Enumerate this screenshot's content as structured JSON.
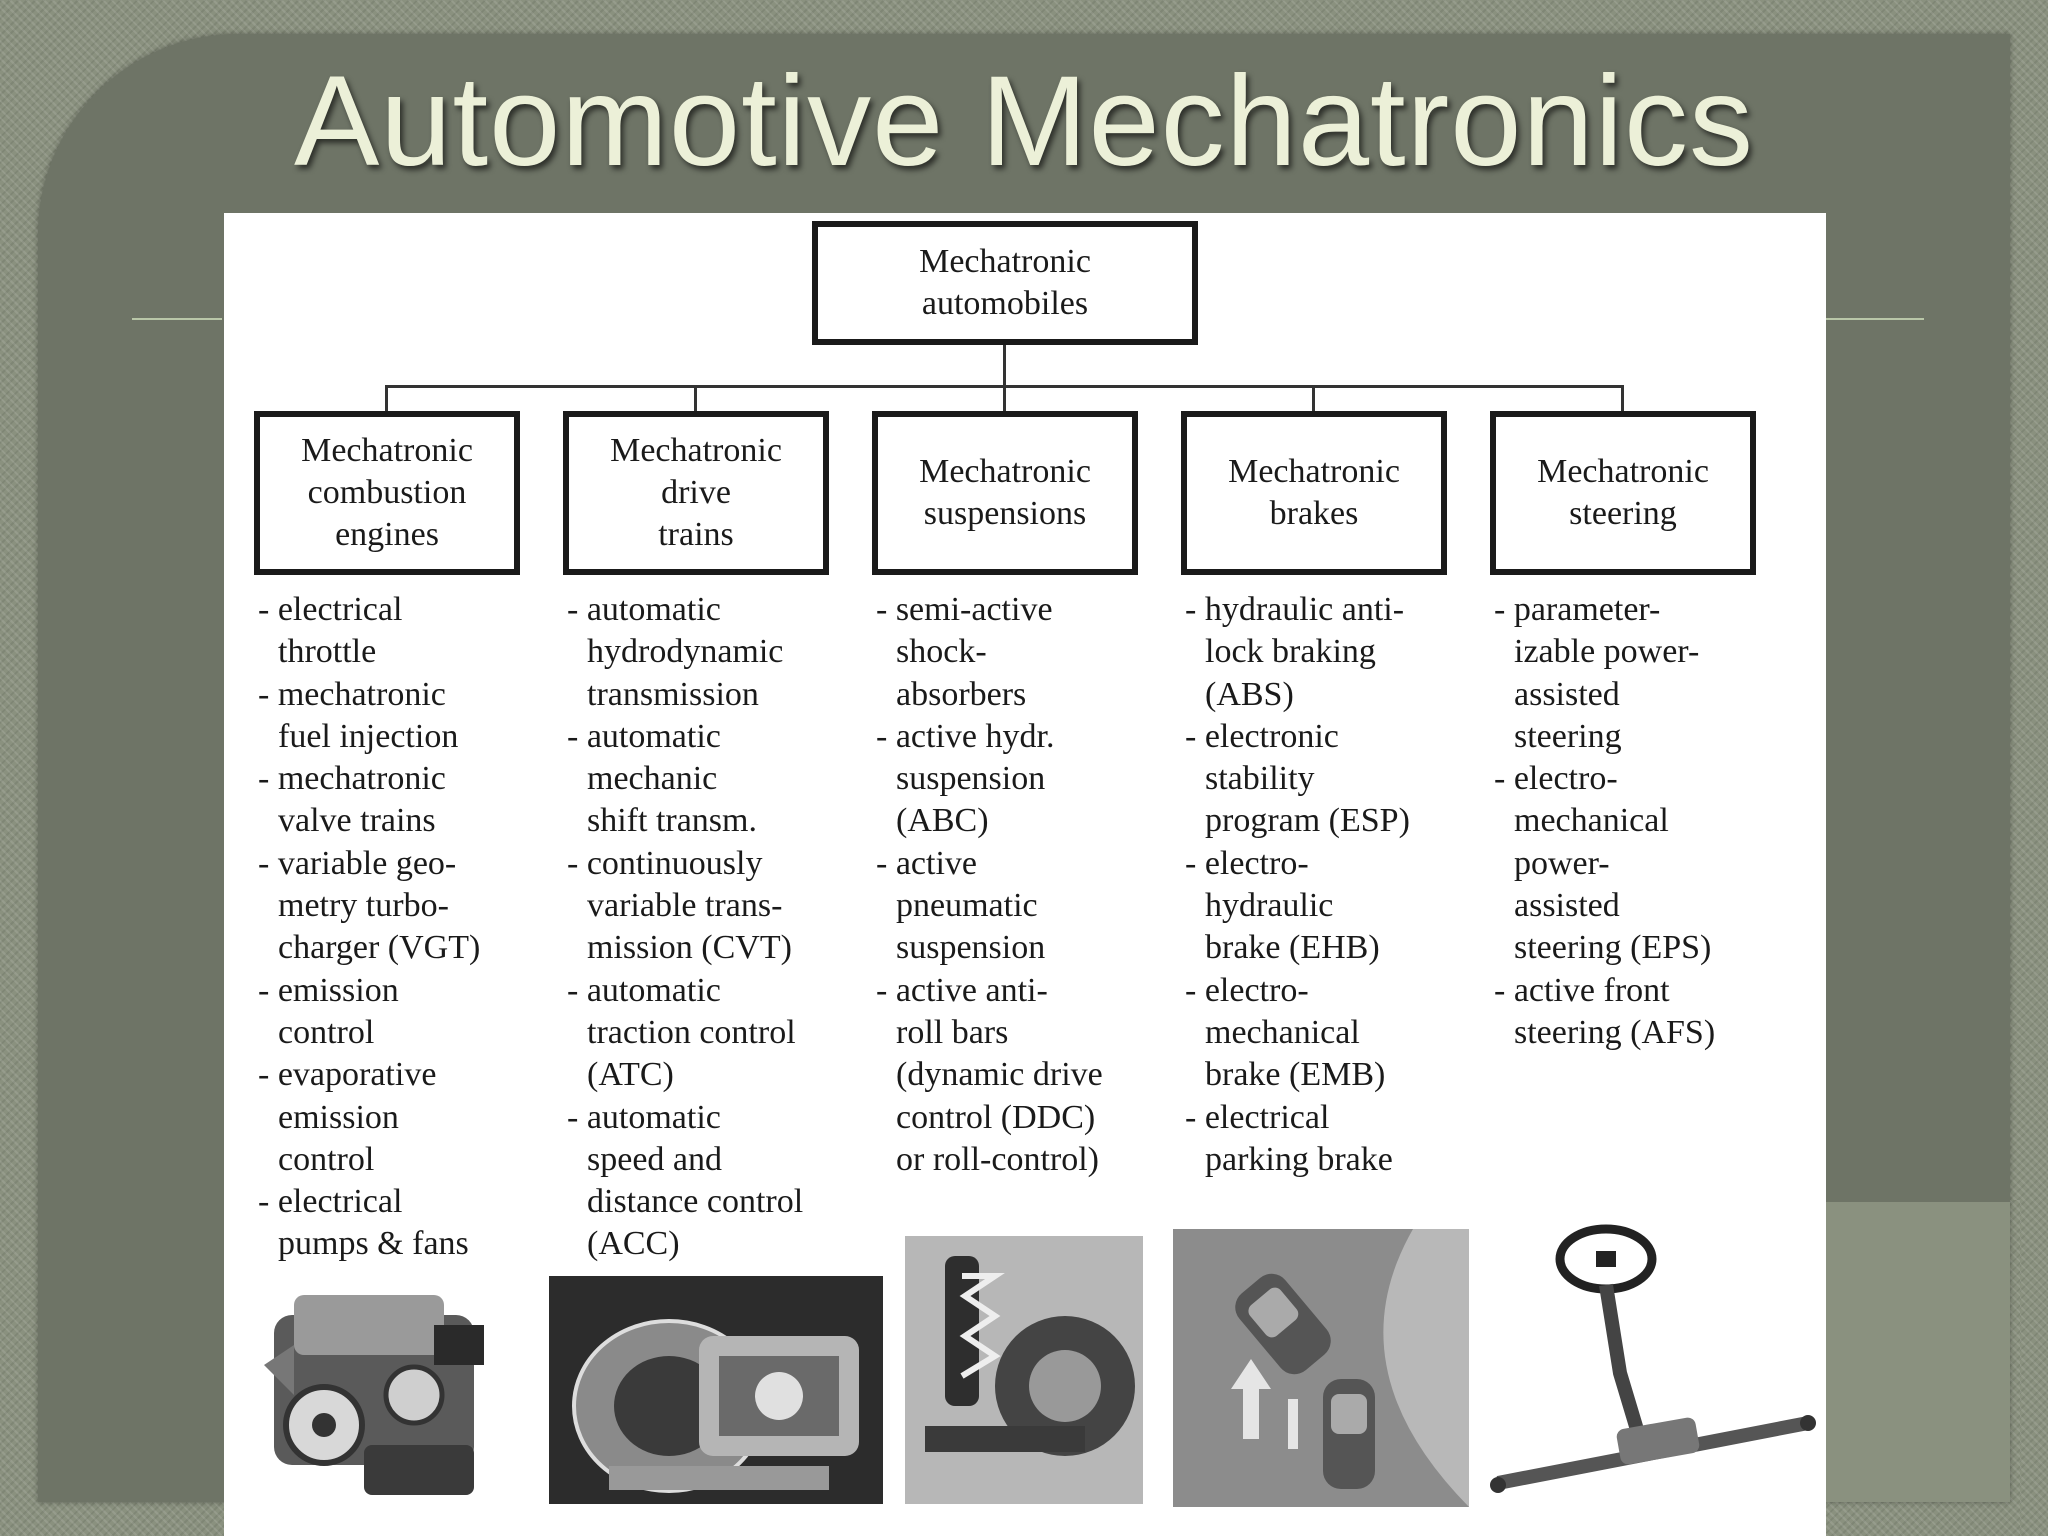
{
  "slide": {
    "title": "Automotive Mechatronics"
  },
  "diagram": {
    "root": "Mechatronic\nautomobiles",
    "branches": [
      {
        "label": "Mechatronic\ncombustion\nengines",
        "items": [
          "electrical\nthrottle",
          "mechatronic\nfuel injection",
          "mechatronic\nvalve trains",
          "variable geo-\nmetry turbo-\ncharger (VGT)",
          "emission\ncontrol",
          "evaporative\nemission\ncontrol",
          "electrical\npumps & fans"
        ],
        "image": "engine-photo"
      },
      {
        "label": "Mechatronic\ndrive\ntrains",
        "items": [
          "automatic\nhydrodynamic\ntransmission",
          "automatic\nmechanic\nshift transm.",
          "continuously\nvariable trans-\nmission (CVT)",
          "automatic\ntraction control\n(ATC)",
          "automatic\nspeed and\ndistance control\n(ACC)"
        ],
        "image": "transmission-photo"
      },
      {
        "label": "Mechatronic\nsuspensions",
        "items": [
          "semi-active\nshock-\nabsorbers",
          "active hydr.\nsuspension\n(ABC)",
          "active\npneumatic\nsuspension",
          "active anti-\nroll bars\n(dynamic drive\ncontrol (DDC)\nor roll-control)"
        ],
        "image": "suspension-photo"
      },
      {
        "label": "Mechatronic\nbrakes",
        "items": [
          "hydraulic anti-\nlock braking\n(ABS)",
          "electronic\nstability\nprogram (ESP)",
          "electro-\nhydraulic\nbrake (EHB)",
          "electro-\nmechanical\nbrake (EMB)",
          "electrical\nparking brake"
        ],
        "image": "cars-on-road-illustration"
      },
      {
        "label": "Mechatronic\nsteering",
        "items": [
          "parameter-\nizable power-\nassisted\nsteering",
          "electro-\nmechanical\npower-\nassisted\nsteering (EPS)",
          "active front\nsteering (AFS)"
        ],
        "image": "steering-column-photo"
      }
    ]
  },
  "colors": {
    "background": "#8a917f",
    "panel": "#6e7466",
    "title": "#ecf0d8",
    "accent_rule": "#b9c7a8"
  }
}
